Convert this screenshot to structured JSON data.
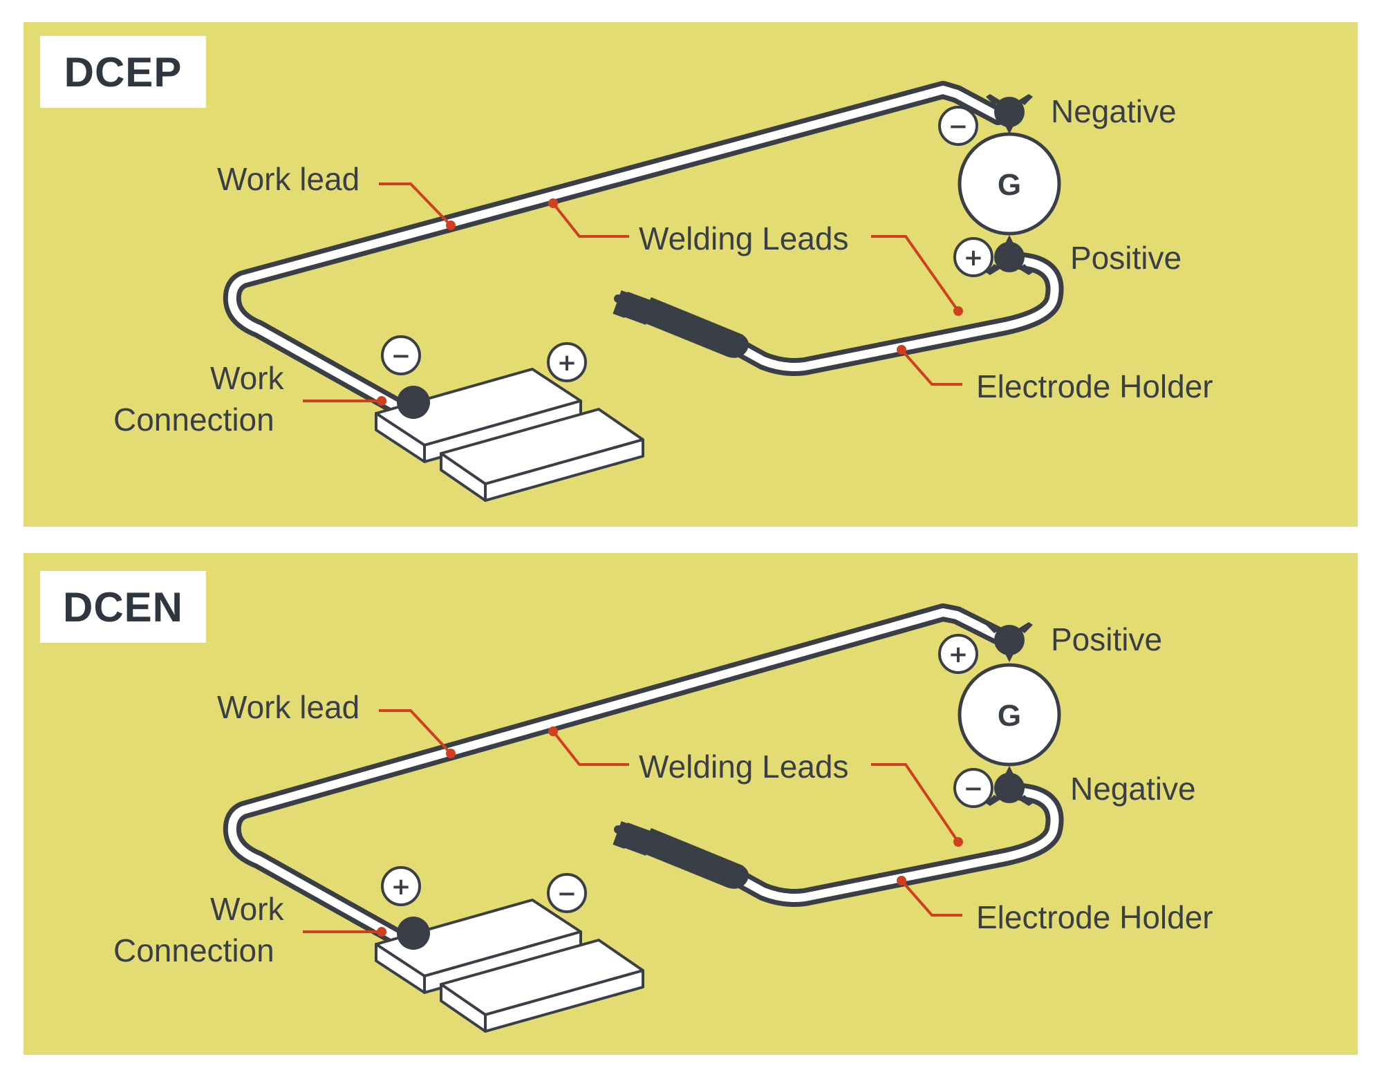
{
  "panels": [
    {
      "title": "DCEP",
      "top_terminal_label": "Negative",
      "top_terminal_sign": "−",
      "bottom_terminal_label": "Positive",
      "bottom_terminal_sign": "+",
      "work_left_sign": "−",
      "work_right_sign": "+",
      "generator_label": "G",
      "work_lead_label": "Work lead",
      "welding_leads_label": "Welding Leads",
      "electrode_holder_label": "Electrode Holder",
      "work_connection_line1": "Work",
      "work_connection_line2": "Connection"
    },
    {
      "title": "DCEN",
      "top_terminal_label": "Positive",
      "top_terminal_sign": "+",
      "bottom_terminal_label": "Negative",
      "bottom_terminal_sign": "−",
      "work_left_sign": "+",
      "work_right_sign": "−",
      "generator_label": "G",
      "work_lead_label": "Work lead",
      "welding_leads_label": "Welding Leads",
      "electrode_holder_label": "Electrode Holder",
      "work_connection_line1": "Work",
      "work_connection_line2": "Connection"
    }
  ],
  "colors": {
    "panel_background": "#e3dc73",
    "wire_and_text": "#3a3f47",
    "callout": "#d0401e"
  }
}
